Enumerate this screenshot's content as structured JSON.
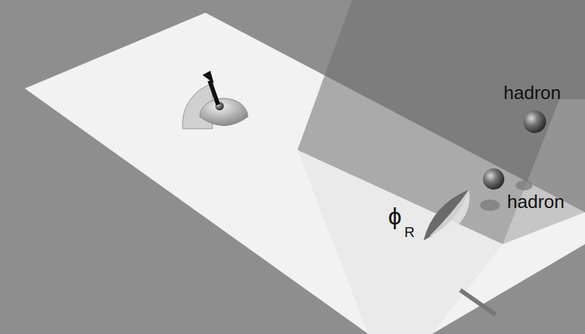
{
  "diagram": {
    "labels": [
      "hadron",
      "hadron",
      "ϕ",
      "R"
    ]
  }
}
